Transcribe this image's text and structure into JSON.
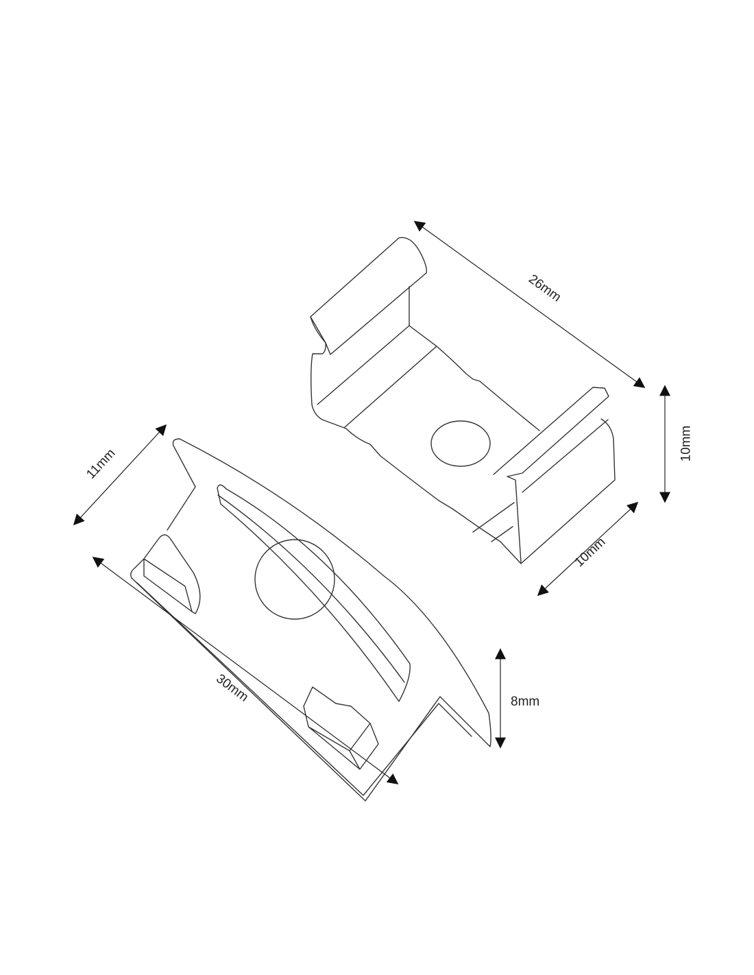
{
  "title": "Mounting clip and end cap dimensions",
  "colors": {
    "line": "#333333",
    "background": "#ffffff"
  },
  "dimensions": {
    "clip_length": "26mm",
    "clip_height": "10mm",
    "clip_width": "10mm",
    "cap_width": "11mm",
    "cap_length": "30mm",
    "cap_depth": "8mm"
  }
}
